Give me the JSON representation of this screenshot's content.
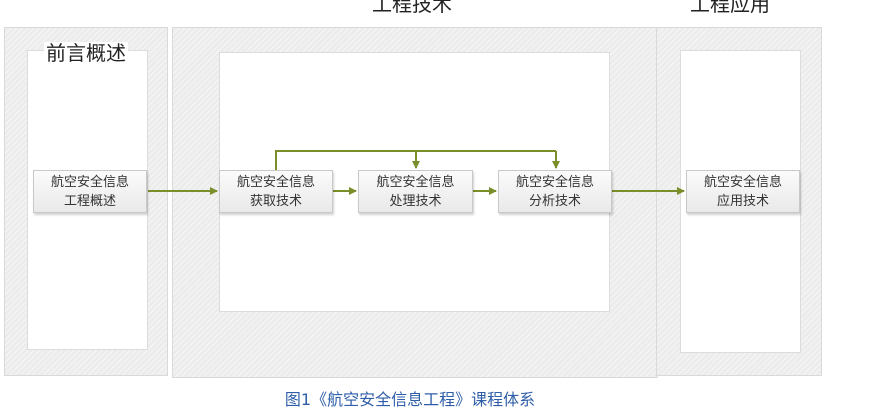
{
  "headings": {
    "intro": "前言概述",
    "engineering_tech": "工程技术",
    "engineering_app": "工程应用"
  },
  "boxes": {
    "overview": [
      "航空安全信息",
      "工程概述"
    ],
    "acquisition": [
      "航空安全信息",
      "获取技术"
    ],
    "processing": [
      "航空安全信息",
      "处理技术"
    ],
    "analysis": [
      "航空安全信息",
      "分析技术"
    ],
    "application": [
      "航空安全信息",
      "应用技术"
    ]
  },
  "caption": "图1《航空安全信息工程》课程体系",
  "colors": {
    "arrow": "#7a8f2a",
    "caption": "#2f5ea8"
  }
}
